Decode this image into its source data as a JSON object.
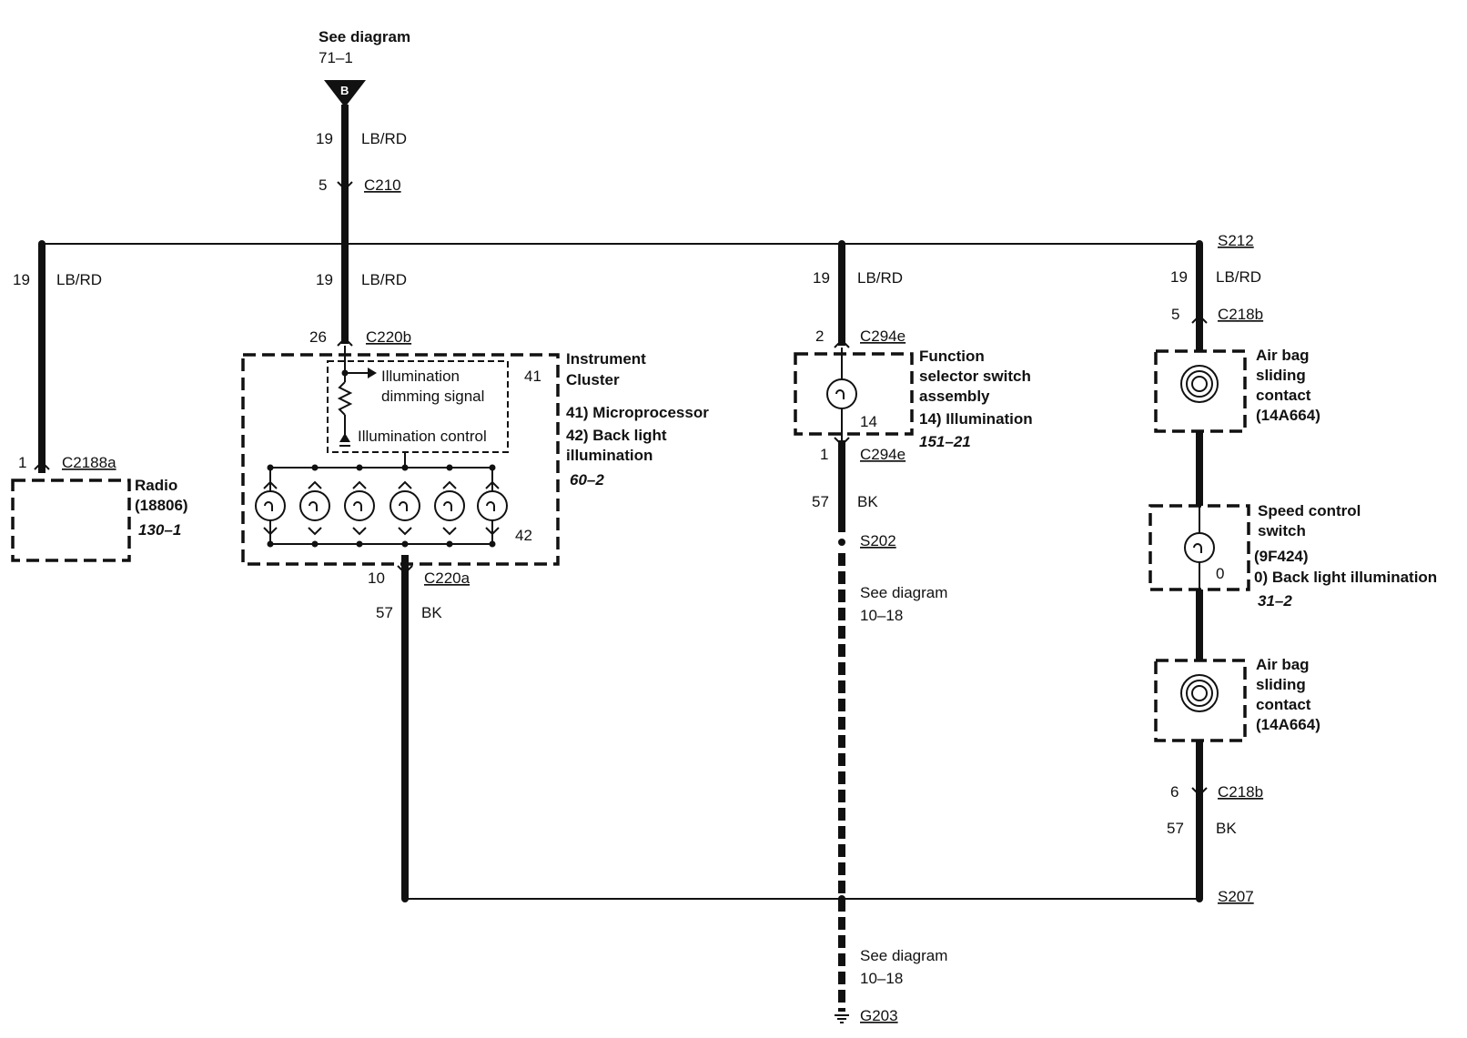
{
  "top_ref": {
    "see": "See diagram",
    "num": "71–1",
    "badge": "B"
  },
  "top_wire": {
    "circuit": "19",
    "color": "LB/RD",
    "pin": "5",
    "conn": "C210"
  },
  "branch1": {
    "circuit": "19",
    "color": "LB/RD",
    "pin": "1",
    "conn": "C2188a"
  },
  "radio": {
    "name": "Radio",
    "part": "(18806)",
    "ref": "130–1"
  },
  "branch2": {
    "circuit": "19",
    "color": "LB/RD",
    "pin_in": "26",
    "conn_in": "C220b",
    "pin_out": "10",
    "conn_out": "C220a",
    "gnd_circuit": "57",
    "gnd_color": "BK"
  },
  "cluster": {
    "name1": "Instrument",
    "name2": "Cluster",
    "dim1": "Illumination",
    "dim2": "dimming signal",
    "ctrl": "Illumination control",
    "num41": "41",
    "num42": "42",
    "desc41": "41) Microprocessor",
    "desc42a": "42) Back light",
    "desc42b": "illumination",
    "ref": "60–2"
  },
  "branch3": {
    "circuit": "19",
    "color": "LB/RD",
    "pin_in": "2",
    "conn_in": "C294e",
    "pin_out": "1",
    "conn_out": "C294e",
    "gnd_circuit": "57",
    "gnd_color": "BK",
    "splice": "S202",
    "see1": "See diagram",
    "see1_num": "10–18",
    "see2": "See diagram",
    "see2_num": "10–18",
    "ground": "G203"
  },
  "function_switch": {
    "name1": "Function",
    "name2": "selector switch",
    "name3": "assembly",
    "num": "14",
    "desc": "14) Illumination",
    "ref": "151–21"
  },
  "branch4": {
    "splice_top": "S212",
    "circuit": "19",
    "color": "LB/RD",
    "pin_in": "5",
    "conn_in": "C218b",
    "pin_out": "6",
    "conn_out": "C218b",
    "gnd_circuit": "57",
    "gnd_color": "BK",
    "splice_bottom": "S207"
  },
  "airbag": {
    "l1": "Air bag",
    "l2": "sliding",
    "l3": "contact",
    "l4": "(14A664)"
  },
  "speed_switch": {
    "name1": "Speed control",
    "name2": "switch",
    "part": "(9F424)",
    "num": "0",
    "desc": "0) Back light illumination",
    "ref": "31–2"
  }
}
